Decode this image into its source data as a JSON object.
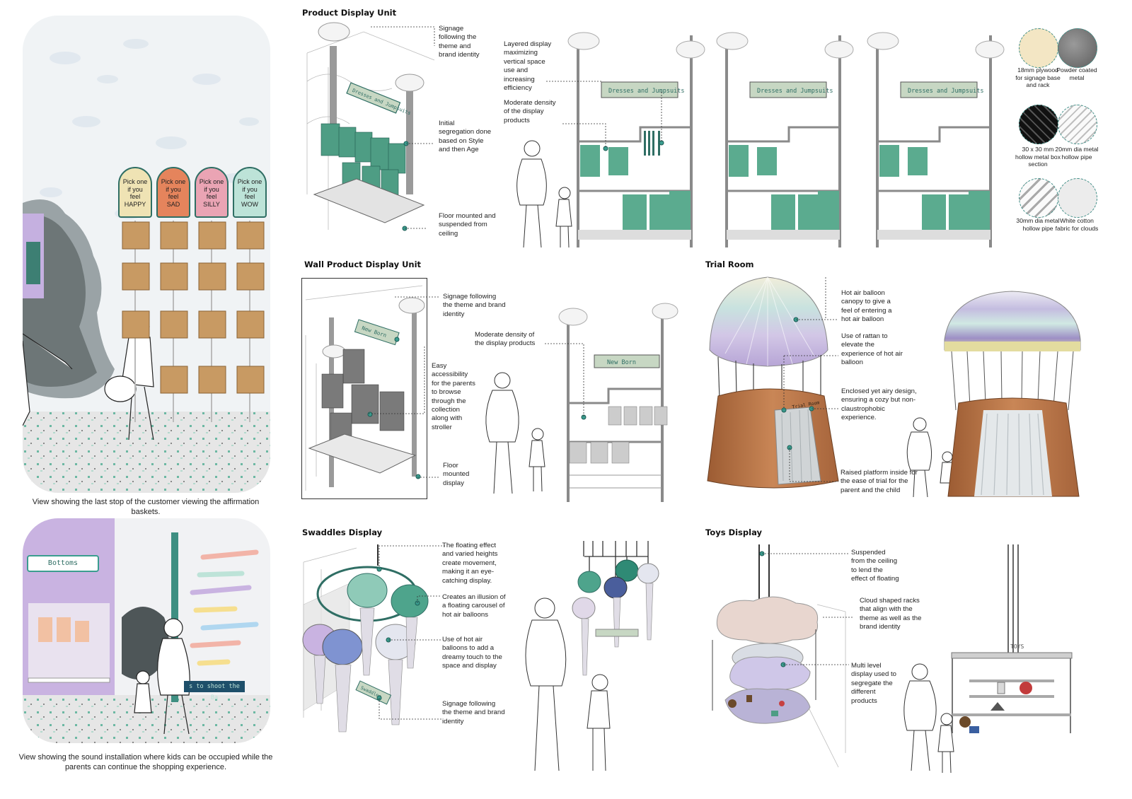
{
  "left": {
    "caption_top": "View showing the last stop of the customer viewing the affirmation baskets.",
    "caption_bottom": "View showing the sound installation where kids can be occupied while the parents can continue the shopping experience.",
    "signs": [
      {
        "line1": "Pick one",
        "line2": "if you",
        "line3": "feel",
        "line4": "HAPPY",
        "color": "#efe3b4"
      },
      {
        "line1": "Pick one",
        "line2": "if you",
        "line3": "feel",
        "line4": "SAD",
        "color": "#e5845c"
      },
      {
        "line1": "Pick one",
        "line2": "if you",
        "line3": "feel",
        "line4": "SILLY",
        "color": "#eaa4b4"
      },
      {
        "line1": "Pick one",
        "line2": "if you",
        "line3": "feel",
        "line4": "WOW",
        "color": "#bde3d8"
      }
    ],
    "bottoms_sign": "Bottoms",
    "ball_sign": "s to shoot the Ba"
  },
  "product_display": {
    "title": "Product Display Unit",
    "note_signage": "Signage following the theme and brand identity",
    "note_segregation": "Initial segregation done based on Style and then Age",
    "note_floor": "Floor mounted and suspended from ceiling",
    "note_layered": "Layered display maximizing vertical space use and increasing efficiency",
    "note_density": "Moderate density of the display products",
    "sign_text": "Dresses and Jumpsuits"
  },
  "materials": [
    {
      "label": "18mm plywood for signage base and rack",
      "icon": "plywood-swatch",
      "color": "#f3e6c4"
    },
    {
      "label": "Powder coated metal",
      "icon": "metal-swatch",
      "color": "#7a7a7a"
    },
    {
      "label": "30 x 30 mm hollow metal box section",
      "icon": "box-section-swatch",
      "color": "#2a2a2a"
    },
    {
      "label": "20mm dia metal hollow pipe",
      "icon": "pipe-swatch",
      "color": "#cfcfcf"
    },
    {
      "label": "30mm dia metal hollow pipe",
      "icon": "pipe-large-swatch",
      "color": "#bdbdbd"
    },
    {
      "label": "White cotton fabric for clouds",
      "icon": "fabric-swatch",
      "color": "#ececec"
    }
  ],
  "wall_display": {
    "title": "Wall Product Display Unit",
    "note_signage": "Signage following the theme and brand identity",
    "note_density": "Moderate density of the display products",
    "note_access": "Easy accessibility for the parents to browse through the collection along with stroller",
    "note_floor": "Floor mounted display",
    "sign_text": "New Born"
  },
  "trial_room": {
    "title": "Trial Room",
    "note_canopy": "Hot air balloon canopy to give a feel of entering a hot air balloon",
    "note_rattan": "Use of rattan to elevate the experience of hot air balloon",
    "note_enclosed": "Enclosed yet airy design, ensuring a cozy but non-claustrophobic experience.",
    "note_platform": "Raised platform inside for the ease of trial for the parent and the child",
    "sign_text": "Trial Room"
  },
  "swaddles": {
    "title": "Swaddles Display",
    "note_floating": "The floating effect and varied heights create movement, making it an eye-catching display.",
    "note_carousel": "Creates an illusion of a floating carousel of hot air balloons",
    "note_balloons": "Use of hot air balloons to add a dreamy touch to the space and display",
    "note_signage": "Signage following the theme and brand identity",
    "sign_text": "Swaddles"
  },
  "toys": {
    "title": "Toys Display",
    "note_suspended": "Suspended from the ceiling to lend the effect of floating",
    "note_cloud": "Cloud shaped racks that align with the theme as well as the brand identity",
    "note_multi": "Multi level display used to segregate the different products",
    "sign_text": "TOYS"
  },
  "colors": {
    "teal": "#3a9d8f",
    "mint": "#7fc4ad",
    "lavender": "#b9a8d8",
    "rattan": "#b8754a",
    "cloud": "#f4f4f4"
  }
}
